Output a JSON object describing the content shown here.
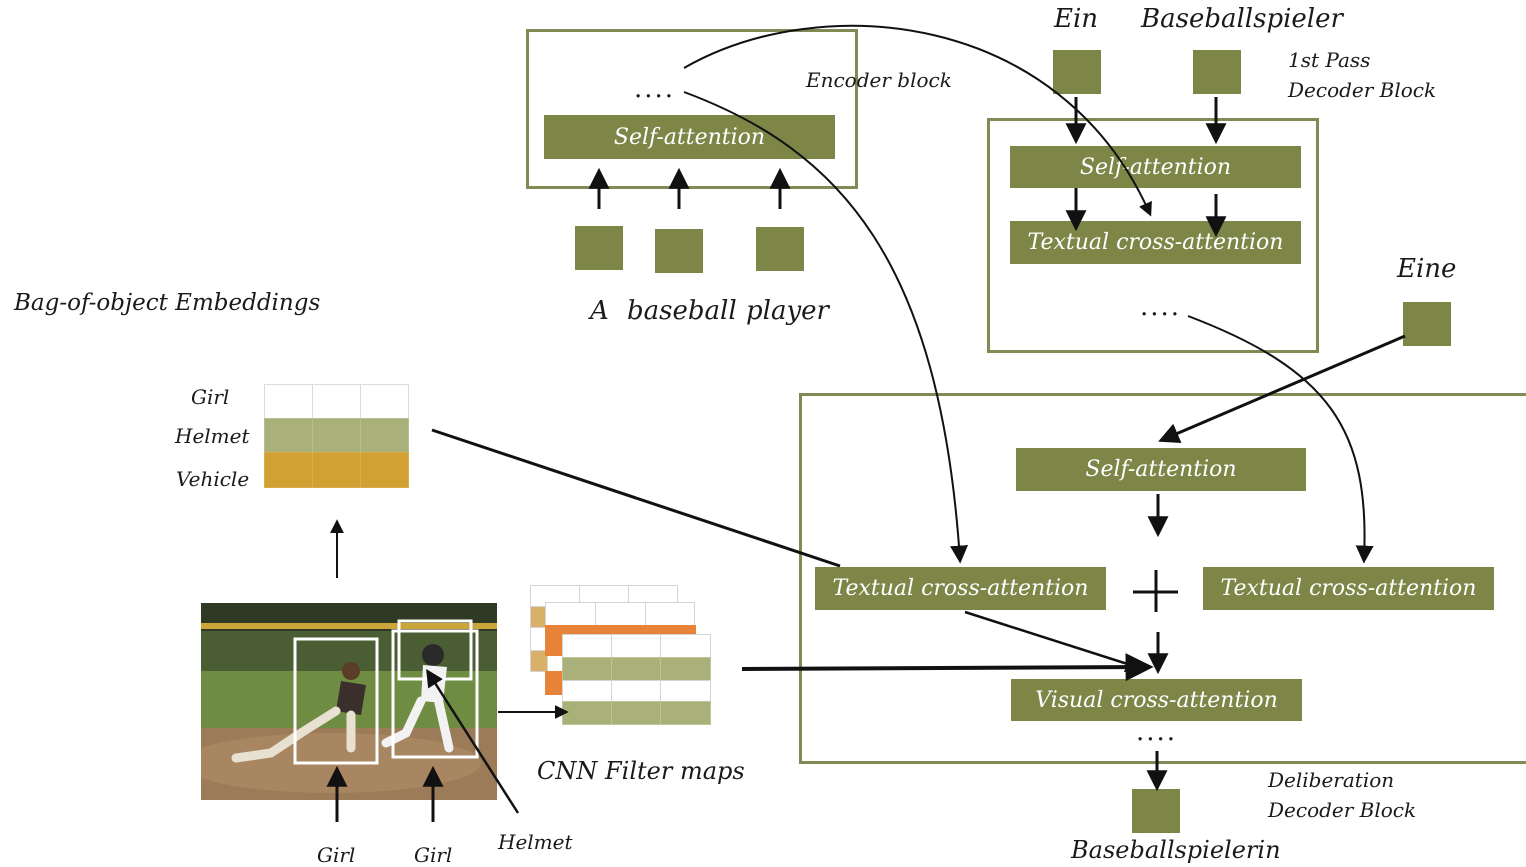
{
  "encoder": {
    "label": "Encoder block",
    "bar": "Self-attention",
    "tokens": [
      "A",
      "baseball",
      "player"
    ],
    "dots": "...."
  },
  "first_pass": {
    "label_line1": "1st Pass",
    "label_line2": "Decoder Block",
    "inputs": [
      "Ein",
      "Baseballspieler"
    ],
    "self_attention": "Self-attention",
    "textual_cross": "Textual  cross-attention",
    "dots": "...."
  },
  "deliberation": {
    "label_line1": "Deliberation",
    "label_line2": "Decoder Block",
    "input": "Eine",
    "self_attention": "Self-attention",
    "textual_cross_left": "Textual  cross-attention",
    "textual_cross_right": "Textual  cross-attention",
    "visual_cross": "Visual  cross-attention",
    "dots": "....",
    "output": "Baseballspielerin"
  },
  "bag_of_objects": {
    "title": "Bag-of-object Embeddings",
    "rows": [
      "Girl",
      "Helmet",
      "Vehicle"
    ]
  },
  "cnn": {
    "label": "CNN Filter maps"
  },
  "image_labels": [
    "Girl",
    "Girl",
    "Helmet"
  ],
  "colors": {
    "olive": "#7d8547",
    "frame": "#7f8a55",
    "helmet_row": "#a9b07a",
    "vehicle_row": "#d1a133",
    "orange": "#e8833a"
  }
}
